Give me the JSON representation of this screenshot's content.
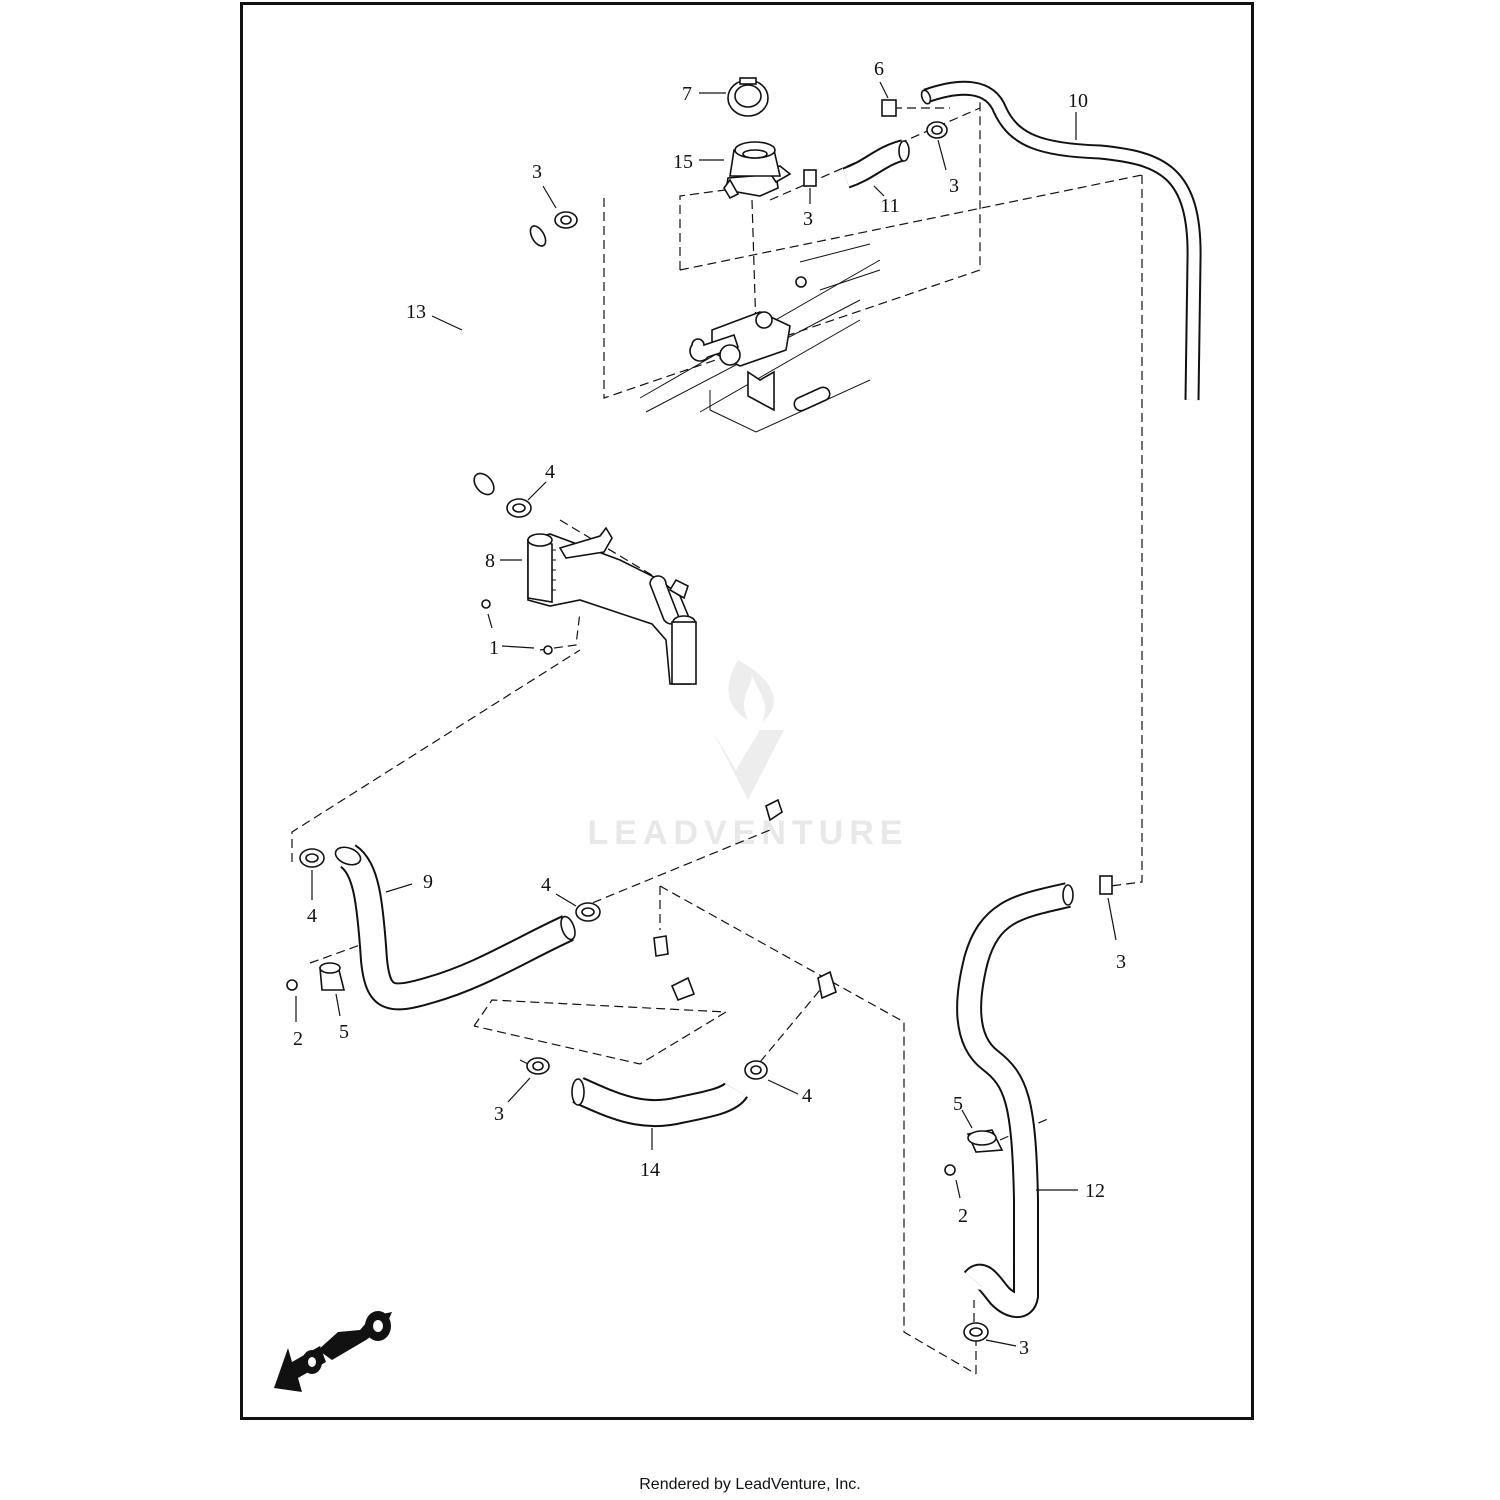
{
  "diagram": {
    "callouts": {
      "c1": "1",
      "c2a": "2",
      "c2b": "2",
      "c3a": "3",
      "c3b": "3",
      "c3c": "3",
      "c3d": "3",
      "c3e": "3",
      "c3f": "3",
      "c4a": "4",
      "c4b": "4",
      "c4c": "4",
      "c4d": "4",
      "c5a": "5",
      "c5b": "5",
      "c6": "6",
      "c7": "7",
      "c8": "8",
      "c9": "9",
      "c10": "10",
      "c11": "11",
      "c12": "12",
      "c13": "13",
      "c14": "14",
      "c15": "15"
    },
    "watermark": "LEADVENTURE"
  },
  "footer": {
    "credit": "Rendered by LeadVenture, Inc."
  }
}
